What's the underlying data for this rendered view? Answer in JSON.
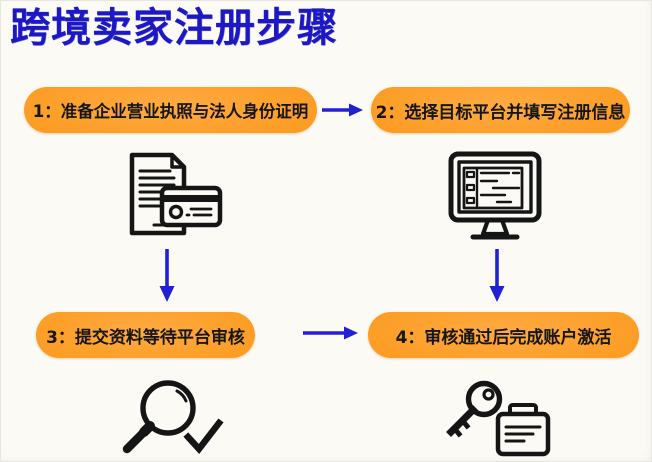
{
  "title": "跨境卖家注册步骤",
  "colors": {
    "background": "#fcfaf5",
    "title": "#1c18c4",
    "arrow": "#2220d4",
    "icon_stroke": "#151515",
    "pill_edge": "#ee8106",
    "pill_center": "#ffaa43",
    "pill_text": "#161616"
  },
  "steps": [
    {
      "label": "1：准备企业营业执照与法人身份证明",
      "icon": "document-id-card-icon"
    },
    {
      "label": "2：选择目标平台并填写注册信息",
      "icon": "monitor-registration-form-icon"
    },
    {
      "label": "3：提交资料等待平台审核",
      "icon": "magnifier-check-icon"
    },
    {
      "label": "4：审核通过后完成账户激活",
      "icon": "key-briefcase-icon"
    }
  ],
  "flow": {
    "step1_to_step2": "right",
    "step1_to_step3": "down",
    "step2_to_step4": "down",
    "step3_to_step4": "right"
  }
}
